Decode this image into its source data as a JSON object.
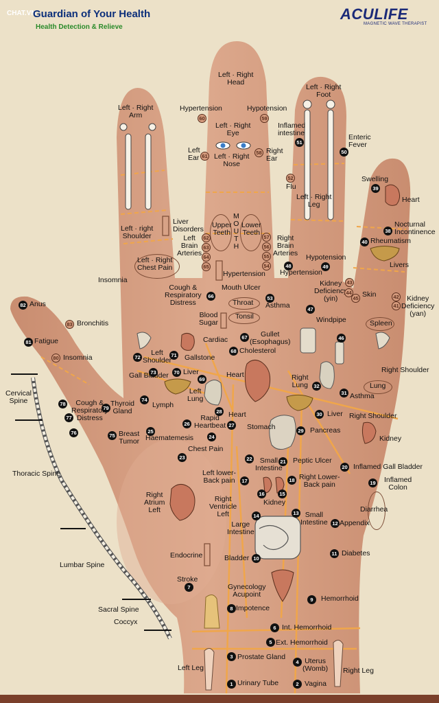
{
  "header": {
    "badge": "CHAT.VN",
    "title": "Guardian of Your Health",
    "subtitle": "Health Detection & Relieve",
    "logo": "ACULIFE",
    "logo_sub": "MAGNETIC WAVE THERAPIST"
  },
  "labels": {
    "head": "Left · Right\nHead",
    "arm": "Left · Right\nArm",
    "foot": "Left · Right\nFoot",
    "hypertension_l": "Hypertension",
    "hypotension_l": "Hypotension",
    "eye": "Left · Right\nEye",
    "left_ear": "Left\nEar",
    "right_ear": "Right\nEar",
    "nose": "Left · Right\nNose",
    "inflamed_intestine": "Inflamed\nintestine",
    "enteric_fever": "Enteric\nFever",
    "flu": "Flu",
    "leg": "Left · Right\nLeg",
    "swelling": "Swelling",
    "heart_top": "Heart",
    "nocturnal": "Nocturnal\nIncontinence",
    "rheumatism": "Rheumatism",
    "livers": "Livers",
    "shoulder": "Left · right\nShoulder",
    "liver_disorders": "Liver\nDisorders",
    "upper_teeth": "Upper\nTeeth",
    "mouth": "M\nO\nU\nT\nH",
    "lower_teeth": "Lower\nTeeth",
    "left_brain": "Left\nBrain\nArteries",
    "right_brain": "Right\nBrain\nArteries",
    "chest_pain_lr": "Left · Right\nChest Pain",
    "insomnia_top": "Insomnia",
    "hypertension_m": "Hypertension",
    "hypertension_r": "Hypertension",
    "hypotension_r": "Hypotension",
    "kidney_yin": "Kidney\nDeficiency\n(yin)",
    "skin": "Skin",
    "kidney_yan": "Kidney\nDeficiency\n(yan)",
    "cough_resp": "Cough &\nRespiratory\nDistress",
    "mouth_ulcer": "Mouth Ulcer",
    "throat": "Throat",
    "tonsil": "Tonsil",
    "asthma_top": "Asthma",
    "windpipe": "Windpipe",
    "spleen": "Spleen",
    "blood_sugar": "Blood\nSugar",
    "anus": "Anus",
    "bronchitis": "Bronchitis",
    "fatigue": "Fatigue",
    "insomnia": "Insomnia",
    "cardiac": "Cardiac",
    "gullet": "Gullet\n(Esophagus)",
    "cholesterol": "Cholesterol",
    "left_shoulder": "Left\nShoulder",
    "gallstone": "Gallstone",
    "gall_bladder": "Gall Bladder",
    "liver": "Liver",
    "heart_mid": "Heart",
    "right_lung": "Right\nLung",
    "right_shoulder_top": "Right Shoulder",
    "lung": "Lung",
    "asthma": "Asthma",
    "cervical": "Cervical\nSpine",
    "left_lung": "Left\nLung",
    "lymph": "Lymph",
    "cough2": "Cough &\nRespiratory\nDistress",
    "thyroid": "Thyroid\nGland",
    "breast": "Breast\nTumor",
    "rapid": "Rapid\nHeartbeat",
    "heart_low": "Heart",
    "liver_r": "Liver",
    "right_shoulder": "Right Shoulder",
    "stomach": "Stomach",
    "pancreas": "Pancreas",
    "kidney_r": "Kidney",
    "haem": "Haematemesis",
    "chest_pain": "Chest Pain",
    "thoracic": "Thoracic Spine",
    "small_int": "Small\nIntestine",
    "peptic": "Peptic Ulcer",
    "inflamed_gb": "Inflamed Gall Bladder",
    "left_back": "Left lower-\nBack pain",
    "right_back": "Right Lower-\nBack pain",
    "inflamed_colon": "Inflamed\nColon",
    "right_atrium": "Right\nAtrium\nLeft",
    "right_ventricle": "Right\nVentricle\nLeft",
    "kidney_mid": "Kidney",
    "diarrhea": "Diarrhea",
    "large_int": "Large\nIntestine",
    "small_int2": "Small\nIntestine",
    "appendix": "Appendix",
    "endocrine": "Endocrine",
    "bladder": "Bladder",
    "diabetes": "Diabetes",
    "lumbar": "Lumbar Spine",
    "stroke": "Stroke",
    "gyn": "Gynecology\nAcupoint",
    "hemorrhoid": "Hemorrhoid",
    "sacral": "Sacral Spine",
    "coccyx": "Coccyx",
    "impotence": "Impotence",
    "int_hem": "Int. Hemorrhoid",
    "ext_hem": "Ext. Hemorrhoid",
    "prostate": "Prostate Gland",
    "uterus": "Uterus\n(Womb)",
    "left_leg": "Left Leg",
    "right_leg": "Right Leg",
    "urinary": "Urinary Tube",
    "vagina": "Vagina"
  },
  "points": [
    "60",
    "59",
    "61",
    "58",
    "51",
    "50",
    "52",
    "39",
    "38",
    "40",
    "62",
    "63",
    "64",
    "65",
    "57",
    "56",
    "55",
    "54",
    "48",
    "49",
    "66",
    "53",
    "47",
    "43",
    "44",
    "45",
    "42",
    "41",
    "46",
    "82",
    "83",
    "81",
    "80",
    "67",
    "68",
    "72",
    "71",
    "73",
    "70",
    "69",
    "32",
    "31",
    "74",
    "78",
    "79",
    "77",
    "76",
    "75",
    "26",
    "28",
    "27",
    "30",
    "29",
    "25",
    "24",
    "23",
    "22",
    "21",
    "20",
    "17",
    "18",
    "19",
    "16",
    "15",
    "14",
    "13",
    "12",
    "10",
    "11",
    "7",
    "9",
    "8",
    "6",
    "5",
    "3",
    "4",
    "1",
    "2"
  ],
  "colors": {
    "background": "#ece1c8",
    "skin": "#d8a488",
    "accent_line": "#f0a64a",
    "title": "#0c2f7a",
    "subtitle": "#2a8a2a"
  },
  "icons": [
    "bone-arm-icon",
    "bone-leg-icon",
    "eyes-icon",
    "heart-organ-icon",
    "liver-organ-icon",
    "lung-organ-icon",
    "stomach-organ-icon",
    "intestine-organ-icon",
    "uterus-organ-icon",
    "kidney-organ-icon",
    "spine-icon",
    "throat-organ-icon"
  ]
}
